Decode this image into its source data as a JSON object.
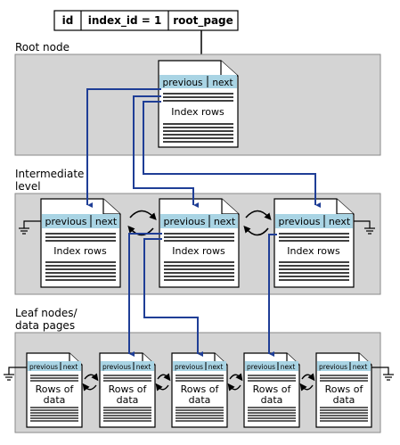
{
  "header_table": {
    "cells": [
      "id",
      "index_id = 1",
      "root_page"
    ]
  },
  "levels": {
    "root": "Root node",
    "intermediate_line1": "Intermediate",
    "intermediate_line2": "level",
    "leaf_line1": "Leaf nodes/",
    "leaf_line2": "data pages"
  },
  "page": {
    "previous": "previous",
    "next": "next",
    "index_rows": "Index rows",
    "data_line1": "Rows of",
    "data_line2": "data"
  },
  "colors": {
    "band": "#d4d4d4",
    "header": "#a9d4e4",
    "arrow": "#1f3e96"
  }
}
